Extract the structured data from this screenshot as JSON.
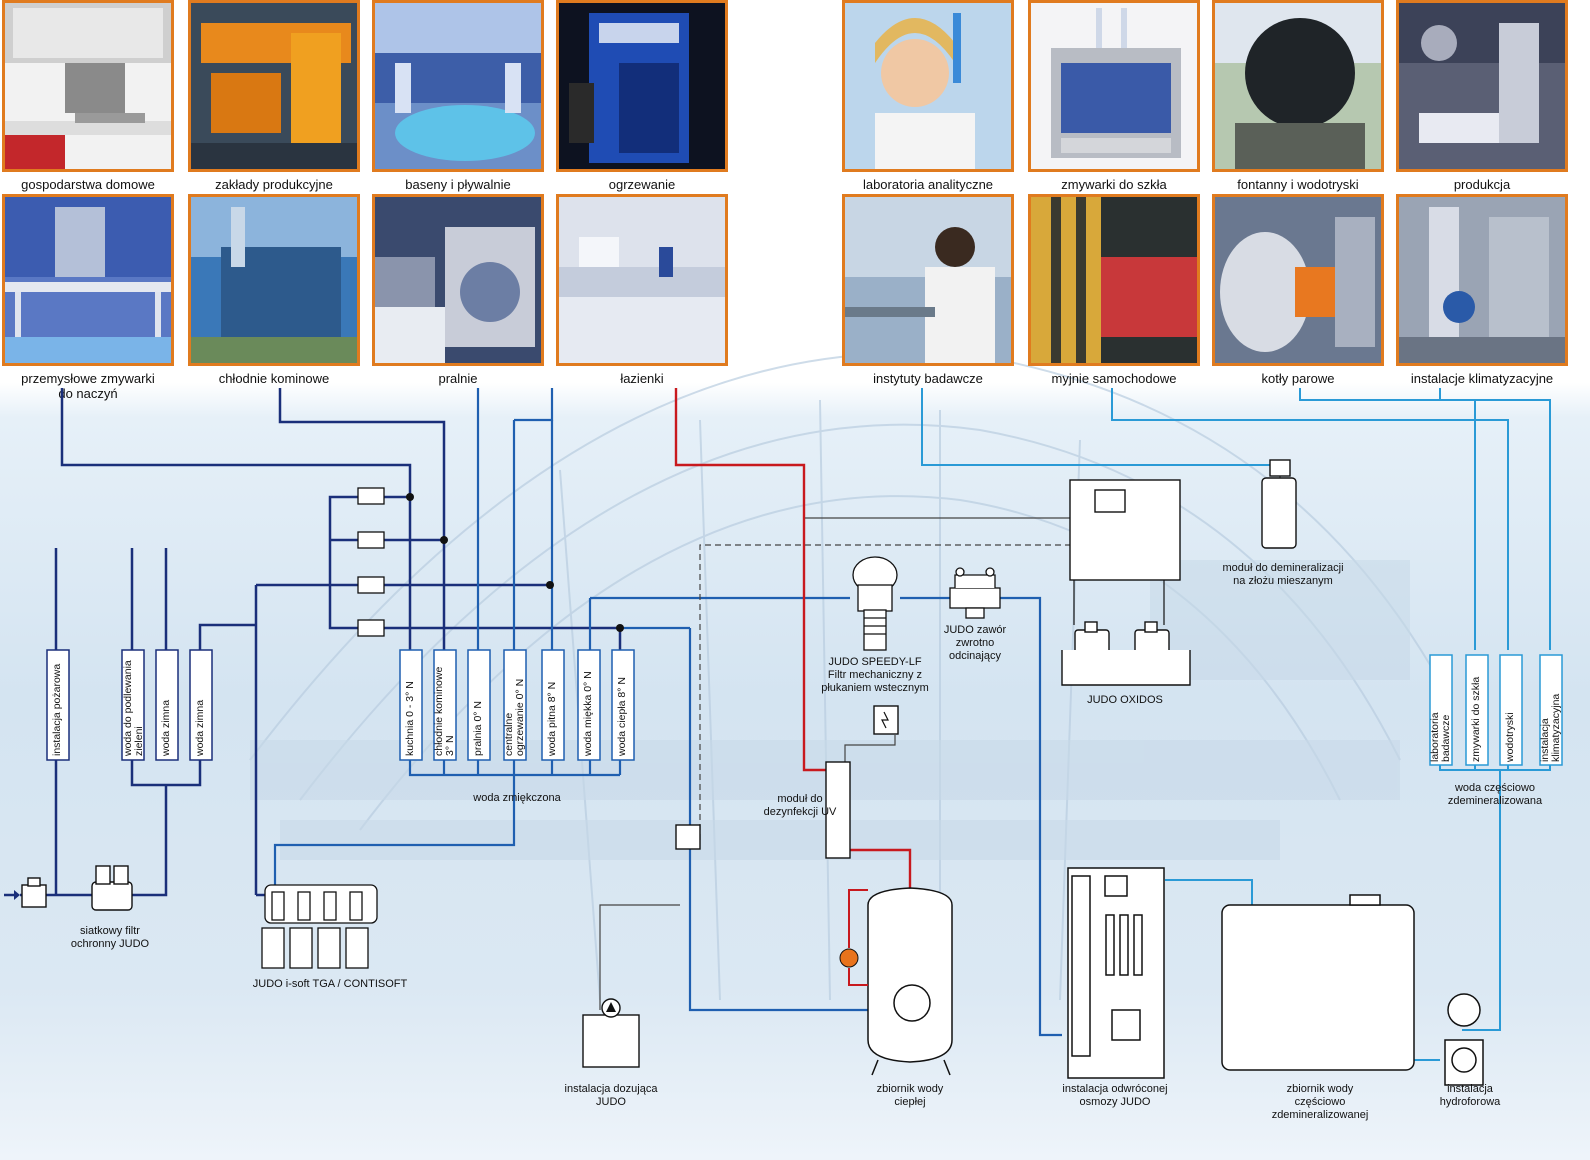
{
  "photos": {
    "top_row": [
      "gospodarstwa domowe",
      "zakłady produkcyjne",
      "baseny i pływalnie",
      "ogrzewanie",
      "laboratoria analityczne",
      "zmywarki do szkła",
      "fontanny i wodotryski",
      "produkcja"
    ],
    "bottom_row": [
      "przemysłowe zmywarki\ndo naczyń",
      "chłodnie kominowe",
      "pralnie",
      "łazienki",
      "instytuty badawcze",
      "myjnie samochodowe",
      "kotły parowe",
      "instalacje klimatyzacyjne"
    ]
  },
  "left_columns": [
    "instalacja pożarowa",
    "woda do podlewania\nzieleni",
    "woda zimna",
    "woda zimna"
  ],
  "soft_columns": [
    "kuchnia 0 - 3° N",
    "chłodnie kominowe\n3° N",
    "pralnia 0° N",
    "centralne\nogrzewanie 0° N",
    "woda pitna 8° N",
    "woda miękka 0° N",
    "woda ciepła 8° N"
  ],
  "demin_columns": [
    "laboratoria\nbadawcze",
    "zmywarki do szkła",
    "wodotryski",
    "instalacja\nklimatyzacyjna"
  ],
  "labels": {
    "soft_water": "woda zmiękczona",
    "partial_demin": "woda częściowo\nzdemineralizowana",
    "mesh_filter": "siatkowy filtr\nochronny JUDO",
    "isoft": "JUDO i-soft TGA / CONTISOFT",
    "speedy": "JUDO SPEEDY-LF\nFiltr mechaniczny z\npłukaniem wstecznym",
    "valve": "JUDO zawór\nzwrotno\nodcinający",
    "oxidos": "JUDO OXIDOS",
    "demin_module": "moduł do demineralizacji\nna złożu mieszanym",
    "uv_module": "moduł do\ndezynfekcji UV",
    "dosing": "instalacja dozująca\nJUDO",
    "hot_tank": "zbiornik wody\nciepłej",
    "ro": "instalacja odwróconej\nosmozy JUDO",
    "demin_tank": "zbiornik wody\nczęściowo\nzdemineralizowanej",
    "booster": "instalacja\nhydroforowa"
  },
  "colors": {
    "frame": "#e07b1f",
    "dark_line": "#1a2f7a",
    "mid_line": "#1f5fb0",
    "light_line": "#2a9ad6",
    "hot_line": "#c8191e",
    "equipment": "#222222"
  }
}
